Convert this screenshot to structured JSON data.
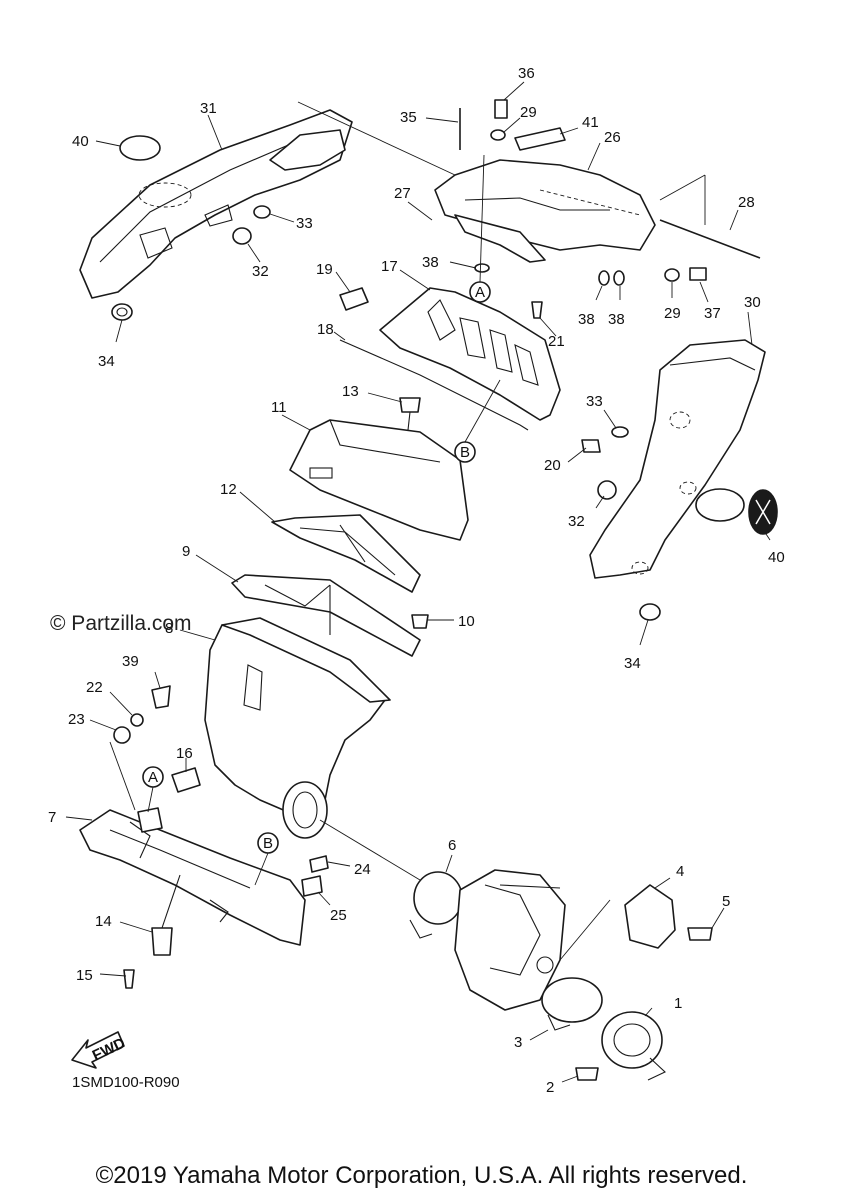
{
  "watermark": "© Partzilla.com",
  "drawing_code": "1SMD100-R090",
  "copyright": "©2019 Yamaha Motor Corporation, U.S.A. All rights reserved.",
  "fwd_label": "FWD",
  "ref_label_a": "A",
  "ref_label_b": "B",
  "callouts": [
    "1",
    "2",
    "3",
    "4",
    "5",
    "6",
    "7",
    "8",
    "9",
    "10",
    "11",
    "12",
    "13",
    "14",
    "15",
    "16",
    "17",
    "18",
    "19",
    "20",
    "21",
    "22",
    "23",
    "24",
    "25",
    "26",
    "27",
    "28",
    "29",
    "30",
    "31",
    "32",
    "33",
    "34",
    "35",
    "36",
    "37",
    "38",
    "39",
    "40"
  ],
  "extra_callouts": {
    "c29b": "29",
    "c32b": "32",
    "c33b": "33",
    "c34b": "34",
    "c38b": "38",
    "c38c": "38",
    "c40b": "40",
    "c41": "41"
  }
}
